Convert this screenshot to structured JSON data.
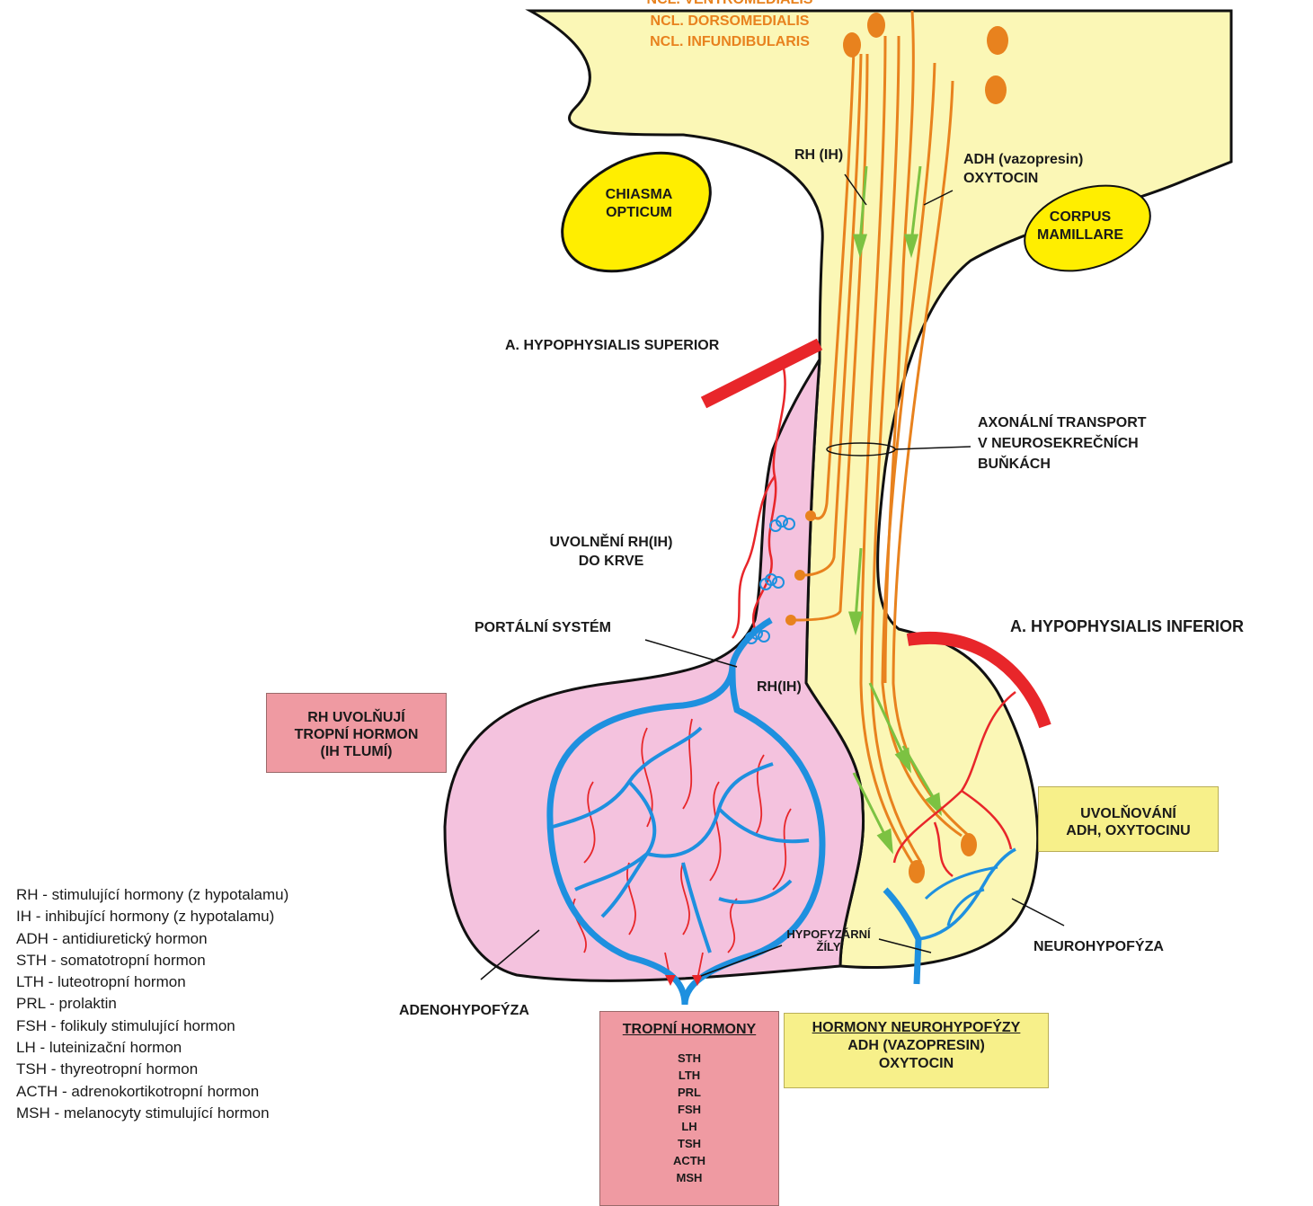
{
  "labels": {
    "nuclei_top": "NCL. VENTROMEDIALIS",
    "nucleus_dorsomedialis": "NCL. DORSOMEDIALIS",
    "nucleus_infundibularis": "NCL. INFUNDIBULARIS",
    "rh_ih": "RH (IH)",
    "adh_line1": "ADH (vazopresin)",
    "adh_line2": "OXYTOCIN",
    "chiasma_line1": "CHIASMA",
    "chiasma_line2": "OPTICUM",
    "corpus_line1": "CORPUS",
    "corpus_line2": "MAMILLARE",
    "a_hyp_superior": "A. HYPOPHYSIALIS SUPERIOR",
    "axonal_line1": "AXONÁLNÍ TRANSPORT",
    "axonal_line2": "V NEUROSEKREČNÍCH",
    "axonal_line3": "BUŇKÁCH",
    "uvolneni_line1": "UVOLNĚNÍ RH(IH)",
    "uvolneni_line2": "DO KRVE",
    "portalni": "PORTÁLNÍ SYSTÉM",
    "a_hyp_inferior": "A. HYPOPHYSIALIS INFERIOR",
    "rh_ih_blood": "RH(IH)",
    "hypofyzarni_line1": "HYPOFYZÁRNÍ",
    "hypofyzarni_line2": "ŽÍLY",
    "neurohypofyza": "NEUROHYPOFÝZA",
    "adenohypofyza": "ADENOHYPOFÝZA"
  },
  "boxes": {
    "rh_box": [
      "RH UVOLŇUJÍ",
      "TROPNÍ HORMON",
      "(IH TLUMÍ)"
    ],
    "uvolnovani_box": [
      "UVOLŇOVÁNÍ",
      "ADH, OXYTOCINU"
    ],
    "tropni": {
      "title": "TROPNÍ HORMONY",
      "items": [
        "STH",
        "LTH",
        "PRL",
        "FSH",
        "LH",
        "TSH",
        "ACTH",
        "MSH"
      ]
    },
    "neuro": {
      "title": "HORMONY NEUROHYPOFÝZY",
      "lines": [
        "ADH (VAZOPRESIN)",
        "OXYTOCIN"
      ]
    }
  },
  "legend": [
    "RH - stimulující hormony (z hypotalamu)",
    "IH - inhibující hormony (z hypotalamu)",
    "ADH - antidiuretický hormon",
    "STH - somatotropní hormon",
    "LTH - luteotropní hormon",
    "PRL - prolaktin",
    "FSH - folikuly stimulující hormon",
    "LH - luteinizační hormon",
    "TSH - thyreotropní hormon",
    "ACTH - adrenokortikotropní hormon",
    "MSH - melanocyty stimulující hormon"
  ],
  "colors": {
    "hypothalamus": "#fbf7b6",
    "adenohypophysis": "#f4c2de",
    "chiasma": "#ffee00",
    "artery": "#e8262a",
    "vein": "#1e90df",
    "neuron": "#e8821e",
    "arrow": "#7cc242",
    "outline": "#111111"
  }
}
